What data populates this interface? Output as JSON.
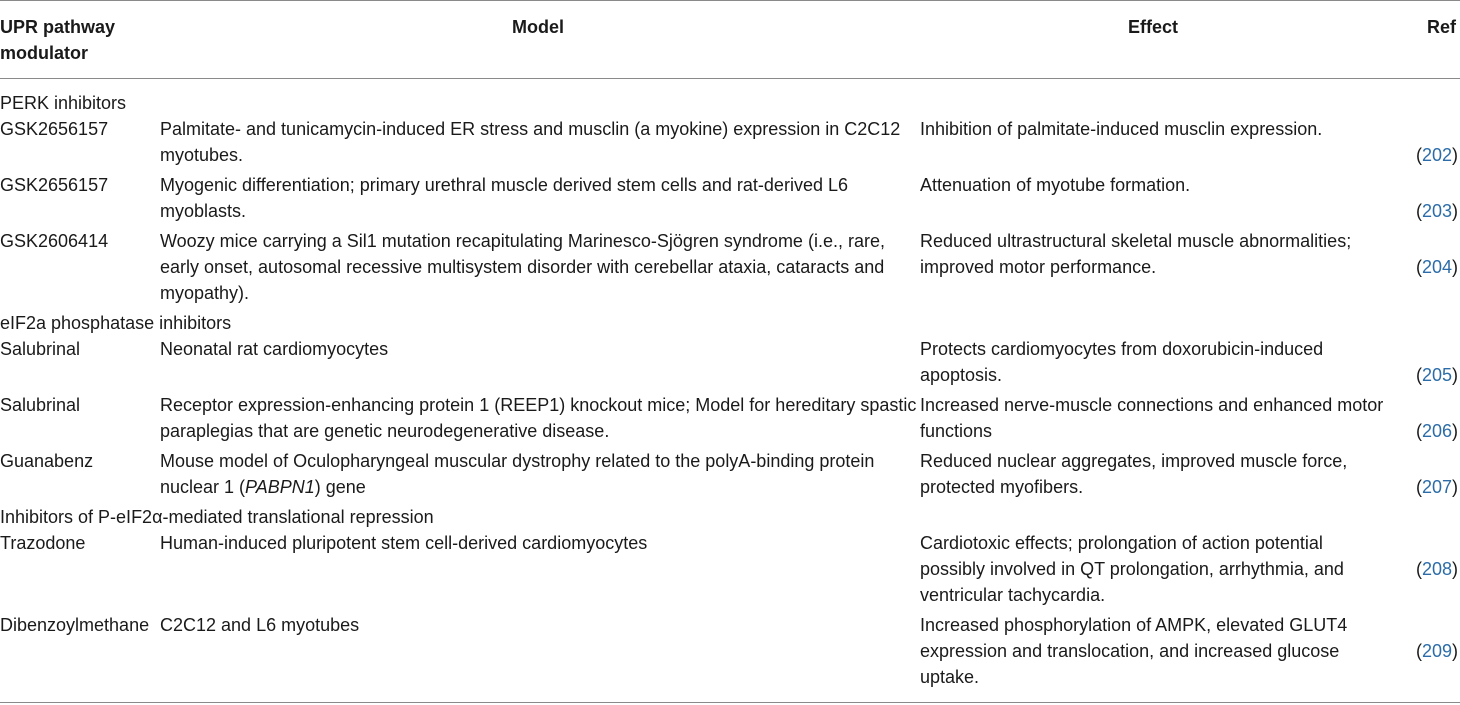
{
  "header": {
    "col1": "UPR pathway modulator",
    "col2": "Model",
    "col3": "Effect",
    "col4": "Ref"
  },
  "groups": [
    {
      "label": "PERK inhibitors",
      "rows": [
        {
          "name": "GSK2656157",
          "model": "Palmitate- and tunicamycin-induced ER stress and musclin (a myokine) expression in C2C12 myotubes.",
          "effect": "Inhibition of palmitate-induced musclin expression.",
          "ref": "202"
        },
        {
          "name": "GSK2656157",
          "model": "Myogenic differentiation; primary urethral muscle derived stem cells and rat-derived L6 myoblasts.",
          "effect": "Attenuation of myotube formation.",
          "ref": "203"
        },
        {
          "name": "GSK2606414",
          "model": "Woozy mice carrying a Sil1 mutation recapitulating Marinesco-Sjögren syndrome (i.e., rare, early onset, autosomal recessive multisystem disorder with cerebellar ataxia, cataracts and myopathy).",
          "effect": "Reduced ultrastructural skeletal muscle abnormalities; improved motor performance.",
          "ref": "204"
        }
      ]
    },
    {
      "label": "eIF2a phosphatase inhibitors",
      "rows": [
        {
          "name": "Salubrinal",
          "model": "Neonatal rat cardiomyocytes",
          "effect": "Protects cardiomyocytes from doxorubicin-induced apoptosis.",
          "ref": "205"
        },
        {
          "name": "Salubrinal",
          "model": "Receptor expression-enhancing protein 1 (REEP1) knockout mice; Model for hereditary spastic paraplegias that are genetic neurodegenerative disease.",
          "effect": "Increased nerve-muscle connections and enhanced motor functions",
          "ref": "206"
        },
        {
          "name": "Guanabenz",
          "model_pre": "Mouse model of Oculopharyngeal muscular dystrophy related to the polyA-binding protein nuclear 1 (",
          "model_italic": "PABPN1",
          "model_post": ") gene",
          "effect": "Reduced nuclear aggregates, improved muscle force, protected myofibers.",
          "ref": "207"
        }
      ]
    },
    {
      "label": "Inhibitors of P-eIF2α-mediated translational repression",
      "rows": [
        {
          "name": "Trazodone",
          "model": "Human-induced pluripotent stem cell-derived cardiomyocytes",
          "effect": "Cardiotoxic effects; prolongation of action potential possibly involved in QT prolongation, arrhythmia, and ventricular tachycardia.",
          "ref": "208"
        },
        {
          "name": "Dibenzoylmethane",
          "model": "C2C12 and L6 myotubes",
          "effect": "Increased phosphorylation of AMPK, elevated GLUT4 expression and translocation, and increased glucose uptake.",
          "ref": "209"
        }
      ]
    }
  ]
}
